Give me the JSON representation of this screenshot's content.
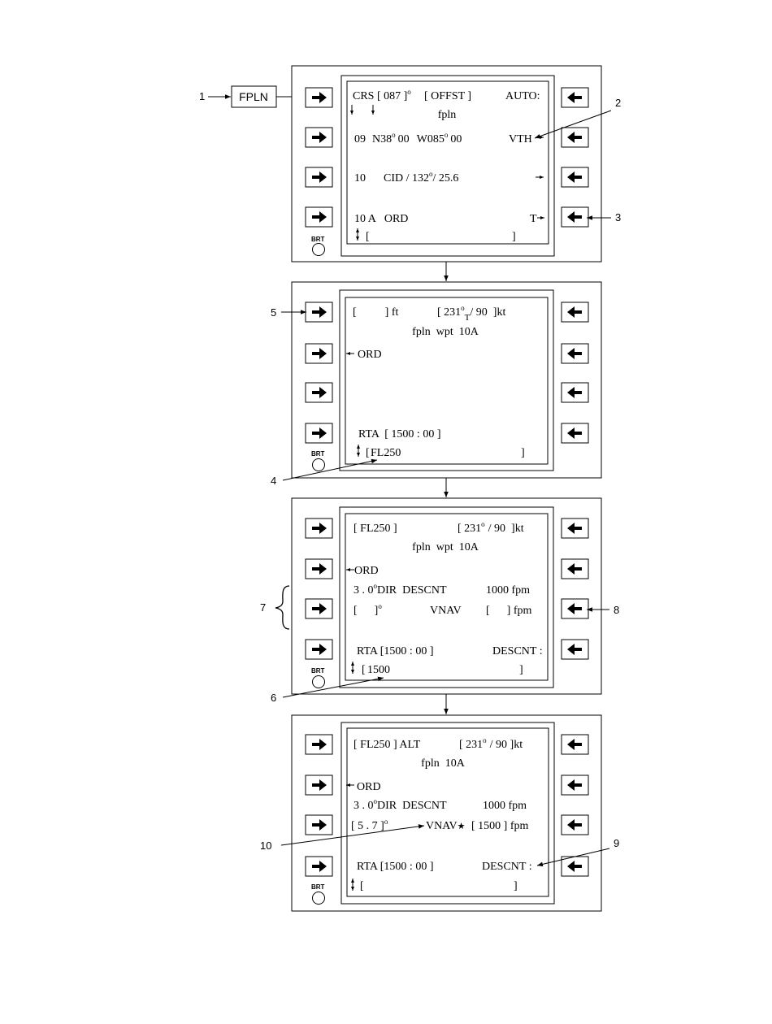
{
  "fpln_key": {
    "label": "FPLN"
  },
  "brt_label": "BRT",
  "callouts": [
    "1",
    "2",
    "3",
    "4",
    "5",
    "6",
    "7",
    "8",
    "9",
    "10"
  ],
  "screens": [
    {
      "id": "screen-1",
      "row1": {
        "crs": "CRS [ 087 ]",
        "deg": "o",
        "offst": "[ OFFST ]",
        "auto": "AUTO:"
      },
      "title": "fpln",
      "row3": {
        "num": "09",
        "lat": "N38",
        "lat_deg": "o",
        "lat_min": "00",
        "lon": "W085",
        "lon_deg": "o",
        "lon_min": "00",
        "vth": "VTH"
      },
      "row4": {
        "num": "10",
        "text": "CID / 132",
        "deg": "o",
        "tail": "/ 25.6"
      },
      "row5": {
        "num": "10 A",
        "wpt": "ORD",
        "right": "T"
      },
      "scratchpad": {
        "open": "[",
        "value": "",
        "close": "]"
      }
    },
    {
      "id": "screen-2",
      "row1": {
        "alt": "[          ] ft",
        "spd_open": "[ 231",
        "deg": "o",
        "sub": "T",
        "spd_tail": "/ 90  ]kt"
      },
      "title": "fpln  wpt  10A",
      "row2": "ORD",
      "rta": "RTA  [ 1500 : 00 ]",
      "scratchpad": {
        "open": "[",
        "value": "FL250",
        "close": "]"
      }
    },
    {
      "id": "screen-3",
      "row1": {
        "alt": "[ FL250 ]",
        "spd": "[ 231",
        "deg": "o",
        "spd_tail": "/ 90  ]kt"
      },
      "title": "fpln  wpt  10A",
      "row2": "ORD",
      "row3": {
        "angle": "3 . 0",
        "deg": "o",
        "text": "DIR  DESCNT",
        "rate": "1000 fpm"
      },
      "row4": {
        "left": "[      ]",
        "deg": "o",
        "mid": "VNAV",
        "right": "[      ] fpm"
      },
      "rta": "RTA [1500 : 00 ]",
      "descnt": "DESCNT :",
      "scratchpad": {
        "open": "[",
        "value": "1500",
        "close": "]"
      }
    },
    {
      "id": "screen-4",
      "row1": {
        "alt": "[ FL250 ] ALT",
        "spd": "[ 231",
        "deg": "o",
        "spd_tail": "/ 90 ]kt"
      },
      "title": "fpln  10A",
      "row2": "ORD",
      "row3": {
        "angle": "3 . 0",
        "deg": "o",
        "text": "DIR  DESCNT",
        "rate": "1000 fpm"
      },
      "row4": {
        "left": "[ 5 . 7 ]",
        "deg": "o",
        "mid": "VNAV",
        "star": "★",
        "right": "[ 1500 ] fpm"
      },
      "rta": "RTA [1500 : 00 ]",
      "descnt": "DESCNT :",
      "scratchpad": {
        "open": "[",
        "value": "",
        "close": "]"
      }
    }
  ]
}
